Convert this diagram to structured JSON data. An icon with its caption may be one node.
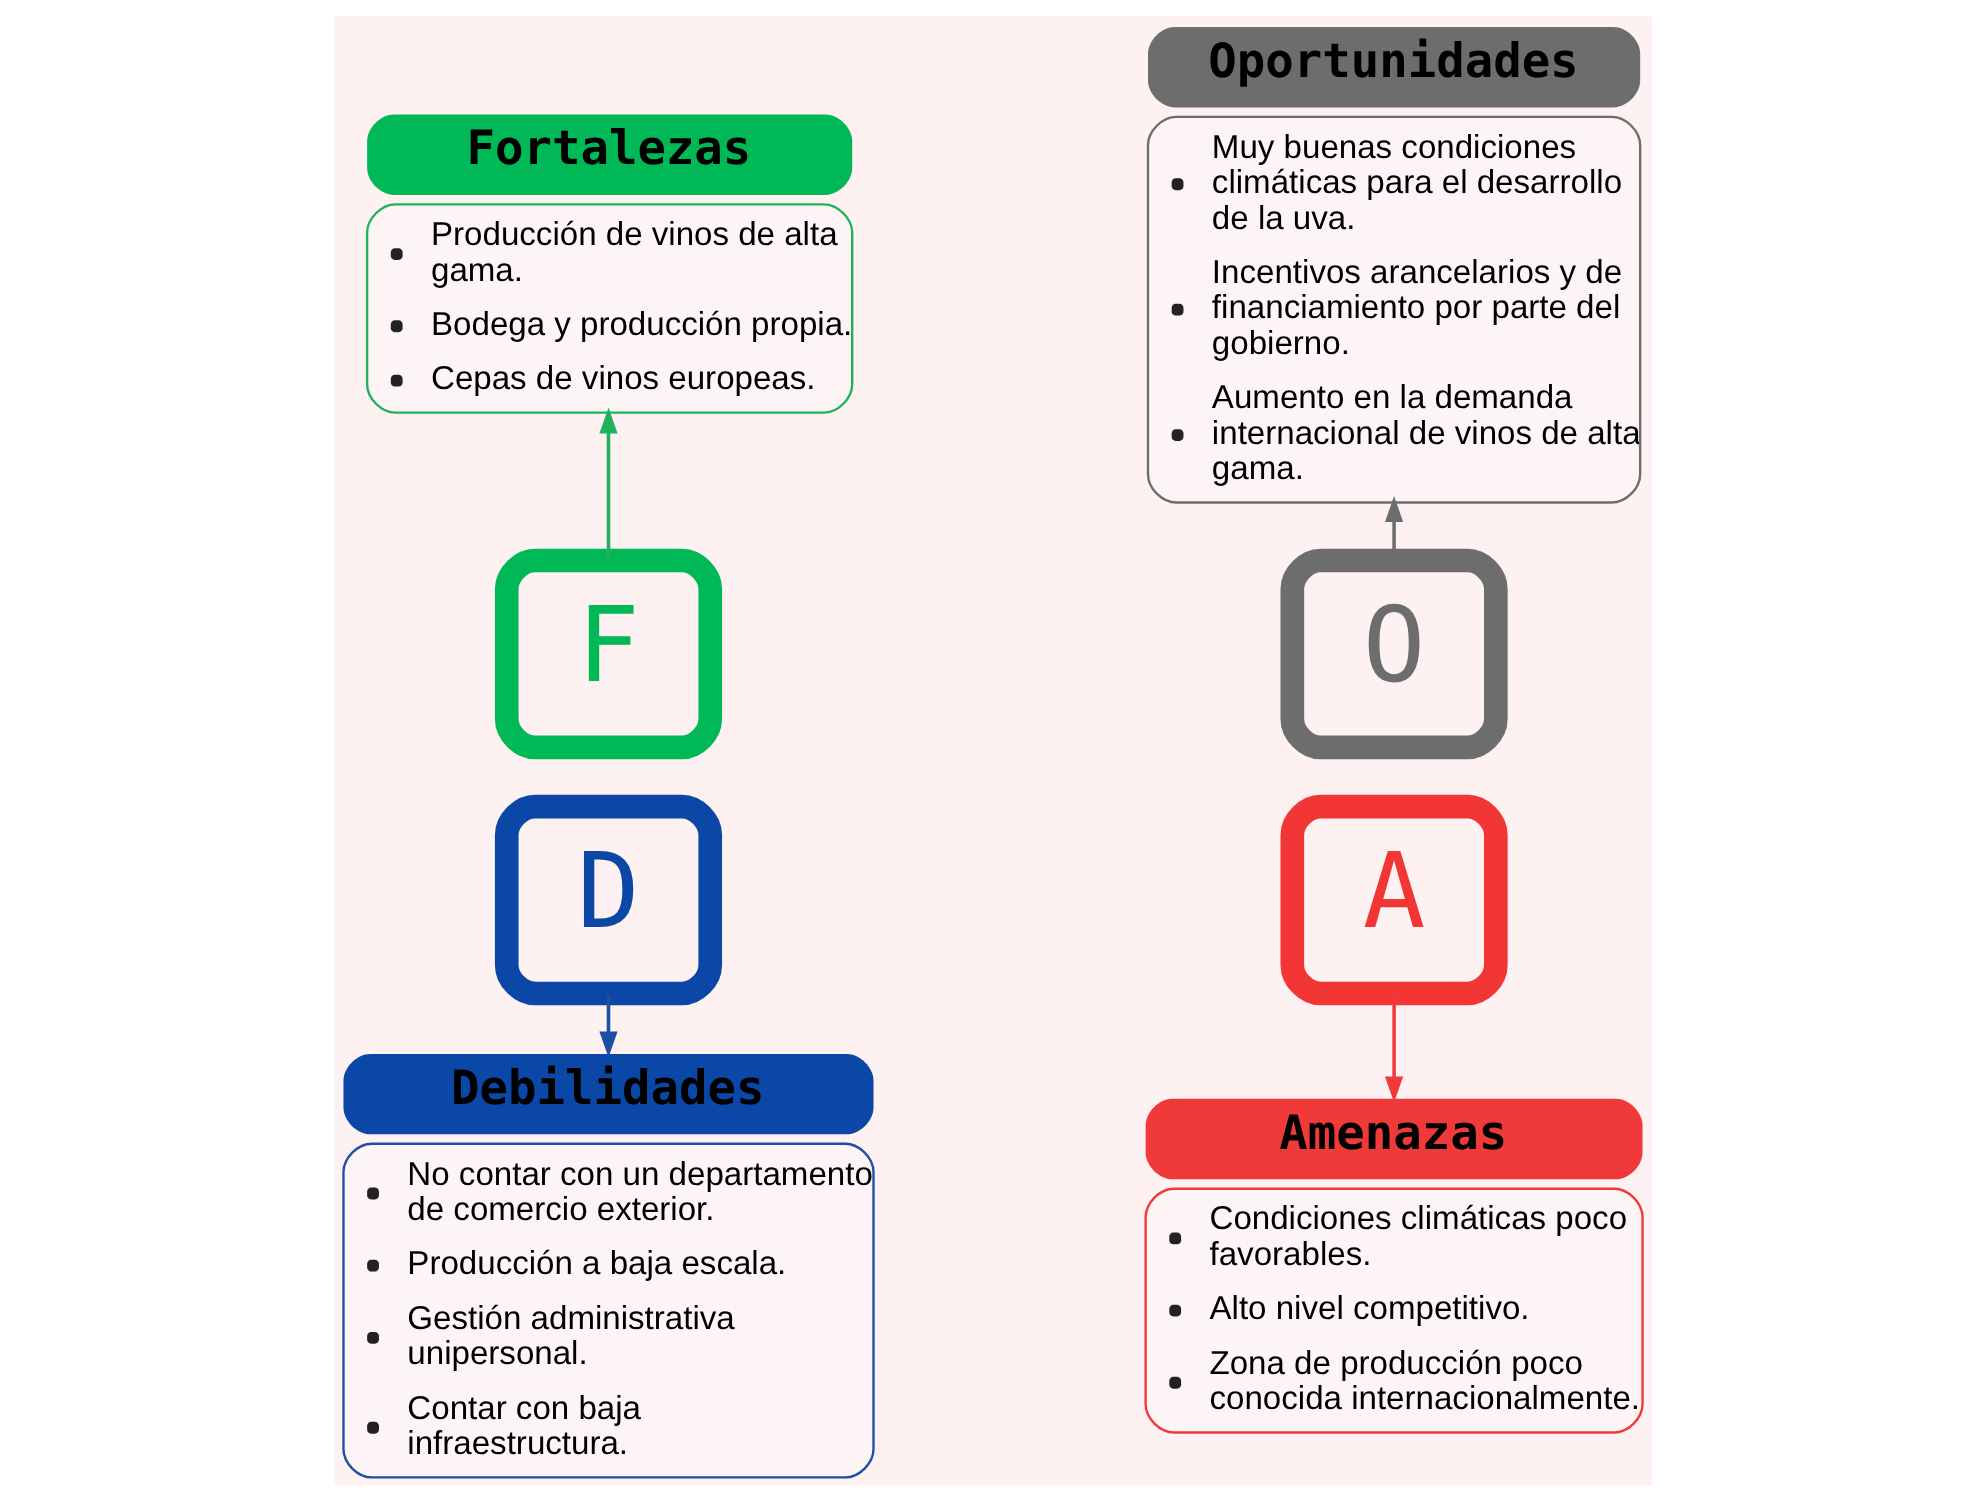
{
  "diagram": {
    "nodes": [
      {
        "text": [
          "Fortalezas",
          "Producción de vinos de alta gama.",
          "Bodega y producción propia.",
          "Cepas de vinos europeas."
        ]
      },
      {
        "text": [
          "Oportunidades",
          "Muy buenas condiciones climáticas para el desarrollo de la uva.",
          "Incentivos arancelarios y de financiamiento por parte del gobierno.",
          "Aumento en la demanda internacional de vinos de alta gama."
        ]
      },
      {
        "text": [
          "F"
        ]
      },
      {
        "text": [
          "O"
        ]
      },
      {
        "text": [
          "D"
        ]
      },
      {
        "text": [
          "A"
        ]
      },
      {
        "text": [
          "Debilidades",
          "No contar con un departamento de comercio exterior.",
          "Producción a baja escala.",
          "Gestión administrativa unipersonal.",
          "Contar con baja infraestructura."
        ]
      },
      {
        "text": [
          "Amenazas",
          "Condiciones climáticas poco favorables.",
          "Alto nivel competitivo.",
          "Zona de producción poco conocida internacionalmente."
        ]
      }
    ],
    "edges": [
      {
        "from": 2,
        "to": 0,
        "arrow": "to",
        "color": "#1fb25a"
      },
      {
        "from": 3,
        "to": 1,
        "arrow": "to",
        "color": "#6d6d6d"
      },
      {
        "from": 5,
        "to": 7,
        "arrow": "to",
        "color": "#f03a3a"
      },
      {
        "from": 4,
        "to": 6,
        "arrow": "to",
        "color": "#1e4fa6"
      }
    ]
  }
}
